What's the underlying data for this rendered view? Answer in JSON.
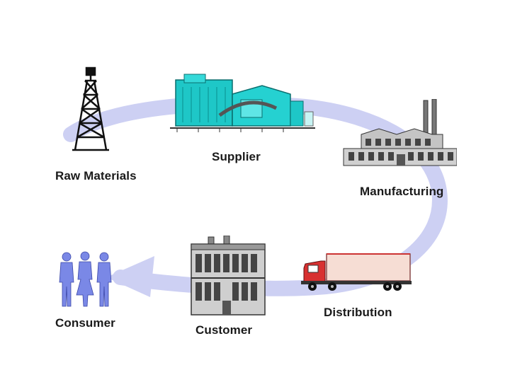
{
  "diagram": {
    "nodes": [
      {
        "id": "raw_materials",
        "label": "Raw Materials",
        "icon": "oil-derrick-icon"
      },
      {
        "id": "supplier",
        "label": "Supplier",
        "icon": "industrial-plant-icon"
      },
      {
        "id": "manufacturing",
        "label": "Manufacturing",
        "icon": "factory-icon"
      },
      {
        "id": "distribution",
        "label": "Distribution",
        "icon": "truck-icon"
      },
      {
        "id": "customer",
        "label": "Customer",
        "icon": "warehouse-building-icon"
      },
      {
        "id": "consumer",
        "label": "Consumer",
        "icon": "people-icon"
      }
    ],
    "flow_color": "#c9ccf2",
    "people_color": "#7a88e6"
  }
}
